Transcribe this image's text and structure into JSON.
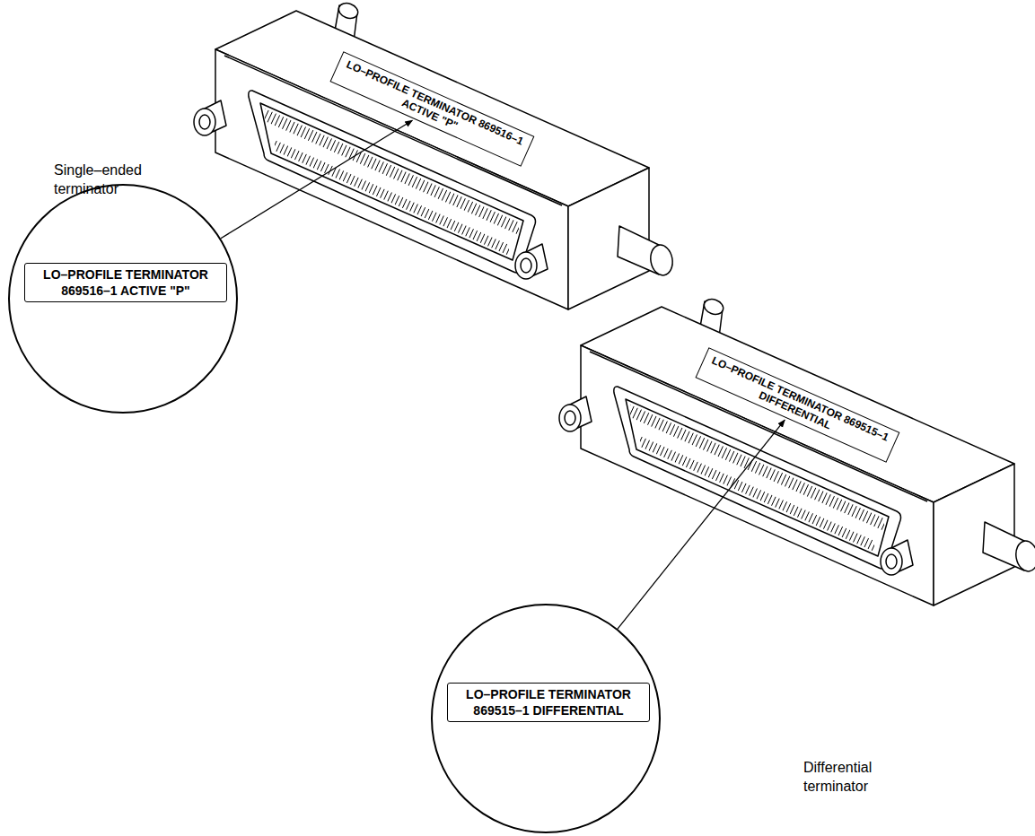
{
  "diagram": {
    "nodes": [
      {
        "text": [
          "LO–PROFILE TERMINATOR 869516–1 ACTIVE \"P\""
        ]
      },
      {
        "text": [
          "LO–PROFILE TERMINATOR 869516–1 ACTIVE \"P\""
        ]
      },
      {
        "text": [
          "LO–PROFILE TERMINATOR 869515–1 DIFFERENTIAL"
        ]
      },
      {
        "text": [
          "LO–PROFILE TERMINATOR 869515–1 DIFFERENTIAL"
        ]
      }
    ],
    "edges": [
      {
        "from": 1,
        "to": 0,
        "arrow": "to"
      },
      {
        "from": 3,
        "to": 2,
        "arrow": "to"
      }
    ],
    "labels": [
      "Single–ended terminator",
      "Differential terminator"
    ]
  }
}
